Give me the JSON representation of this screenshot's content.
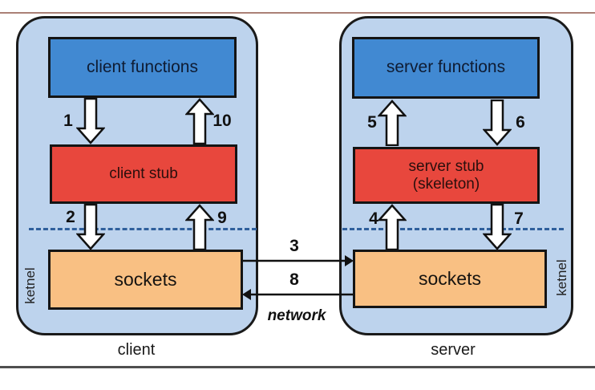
{
  "client": {
    "label": "client",
    "kernel_label": "ketnel",
    "functions_box": "client functions",
    "stub_box": "client stub",
    "sockets_box": "sockets"
  },
  "server": {
    "label": "server",
    "kernel_label": "ketnel",
    "functions_box": "server functions",
    "stub_box_line1": "server stub",
    "stub_box_line2": "(skeleton)",
    "sockets_box": "sockets"
  },
  "steps": {
    "s1": "1",
    "s2": "2",
    "s3": "3",
    "s4": "4",
    "s5": "5",
    "s6": "6",
    "s7": "7",
    "s8": "8",
    "s9": "9",
    "s10": "10"
  },
  "network_label": "network",
  "colors": {
    "panel_bg": "#bdd3ed",
    "blue_box": "#4189d2",
    "red_box": "#e8473d",
    "orange_box": "#f9c083",
    "dashed_boundary": "#2f5f9c",
    "top_rule": "#ab8076",
    "bottom_rule": "#4f4f4f"
  }
}
